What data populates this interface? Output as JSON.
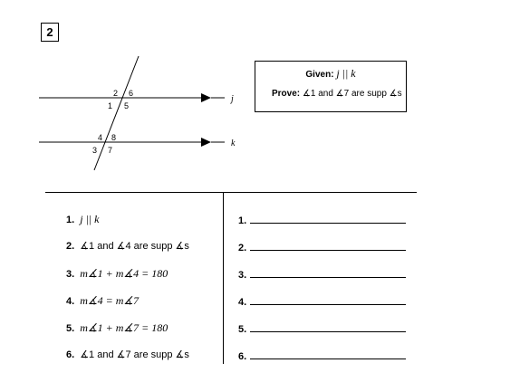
{
  "problem": {
    "number": "2"
  },
  "diagram": {
    "line_labels": [
      "j",
      "k"
    ],
    "angle_labels": [
      "2",
      "6",
      "1",
      "5",
      "4",
      "8",
      "3",
      "7"
    ]
  },
  "given_box": {
    "given_label": "Given:",
    "given_value": "j || k",
    "prove_label": "Prove:",
    "prove_value": "∡1 and ∡7 are supp ∡s"
  },
  "proof": {
    "statements": [
      {
        "num": "1.",
        "text": "j || k"
      },
      {
        "num": "2.",
        "text": "∡1 and ∡4 are supp ∡s"
      },
      {
        "num": "3.",
        "text": "m∡1 + m∡4 = 180"
      },
      {
        "num": "4.",
        "text": "m∡4 = m∡7"
      },
      {
        "num": "5.",
        "text": "m∡1 + m∡7 = 180"
      },
      {
        "num": "6.",
        "text": "∡1 and ∡7 are supp ∡s"
      }
    ],
    "reasons": [
      {
        "num": "1."
      },
      {
        "num": "2."
      },
      {
        "num": "3."
      },
      {
        "num": "4."
      },
      {
        "num": "5."
      },
      {
        "num": "6."
      }
    ]
  }
}
